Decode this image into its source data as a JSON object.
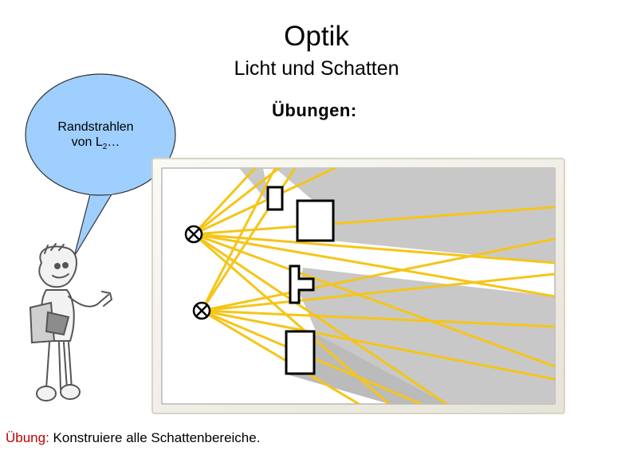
{
  "slide": {
    "title": "Optik",
    "subtitle": "Licht und Schatten",
    "section_heading": "Übungen:"
  },
  "speech_bubble": {
    "line1": "Randstrahlen",
    "line2_prefix": "von L",
    "line2_subscript": "2",
    "line2_suffix": "…"
  },
  "task": {
    "label": "Übung:",
    "text": " Konstruiere alle Schattenbereiche."
  },
  "colors": {
    "ray": "#f5c518",
    "shadow": "#c8c8c8",
    "bubble": "#9fcfff",
    "task_label": "#c00000"
  }
}
